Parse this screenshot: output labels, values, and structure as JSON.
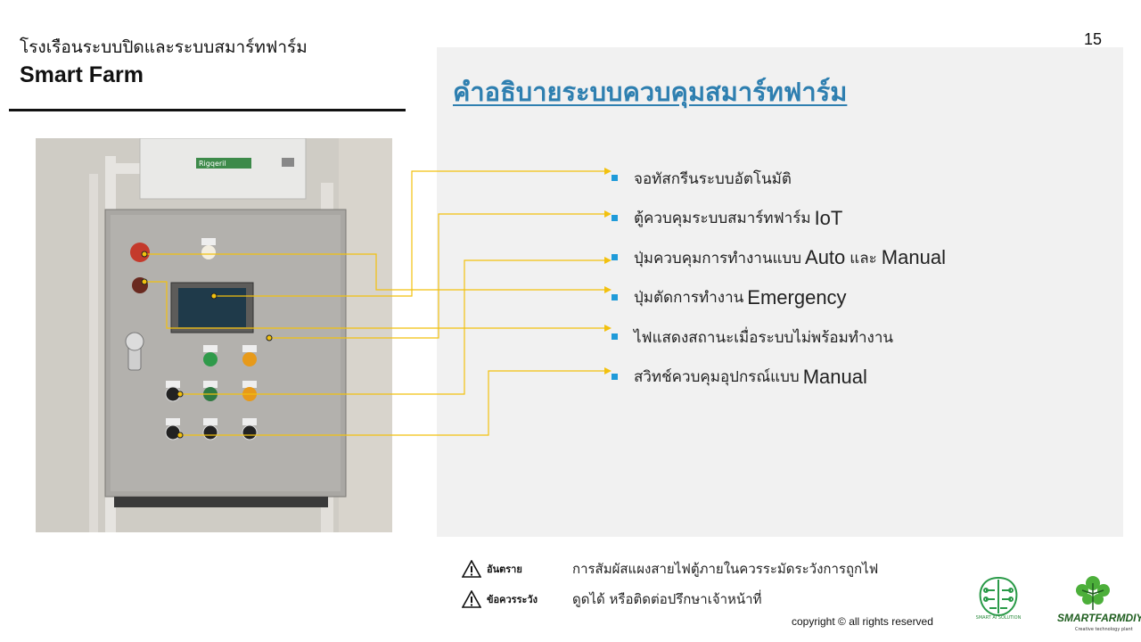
{
  "header": {
    "title_th": "โรงเรือนระบบปิดและระบบสมาร์ทฟาร์ม",
    "title_en": "Smart Farm",
    "page_number": "15"
  },
  "panel": {
    "title": "คำอธิบายระบบควบคุมสมาร์ทฟาร์ม"
  },
  "photo": {
    "device_label": "Rigqeril"
  },
  "bullets": [
    {
      "th": "จอทัสกรีนระบบอัตโนมัติ"
    },
    {
      "th": "ตู้ควบคุมระบบสมาร์ทฟาร์ม",
      "en": "IoT"
    },
    {
      "th": "ปุ่มควบคุมการทำงานแบบ",
      "en": "Auto",
      "mid": "และ",
      "en2": "Manual"
    },
    {
      "th": "ปุ่มตัดการทำงาน",
      "en": "Emergency"
    },
    {
      "th": "ไฟแสดงสถานะเมื่อระบบไม่พร้อมทำงาน"
    },
    {
      "th": "สวิทช์ควบคุมอุปกรณ์แบบ",
      "en": "Manual"
    }
  ],
  "warnings": [
    {
      "label": "อันตราย",
      "text": "การสัมผัสแผงสายไฟตู้ภายในควรระมัดระวังการถูกไฟ",
      "icon": "warning-triangle-icon"
    },
    {
      "label": "ข้อควรระวัง",
      "text": "ดูดได้ หรือติดต่อปรึกษาเจ้าหน้าที่",
      "icon": "warning-triangle-icon"
    }
  ],
  "footer": {
    "copyright": "copyright © all rights reserved",
    "logo1_text": "SMART AI SOLUTION",
    "logo2_text": "SMARTFARMDIY",
    "logo2_sub": "Creative technology plant"
  },
  "colors": {
    "title_blue": "#2e7fb0",
    "bullet_blue": "#1f9bd9",
    "connector_yellow": "#f2c10f"
  }
}
